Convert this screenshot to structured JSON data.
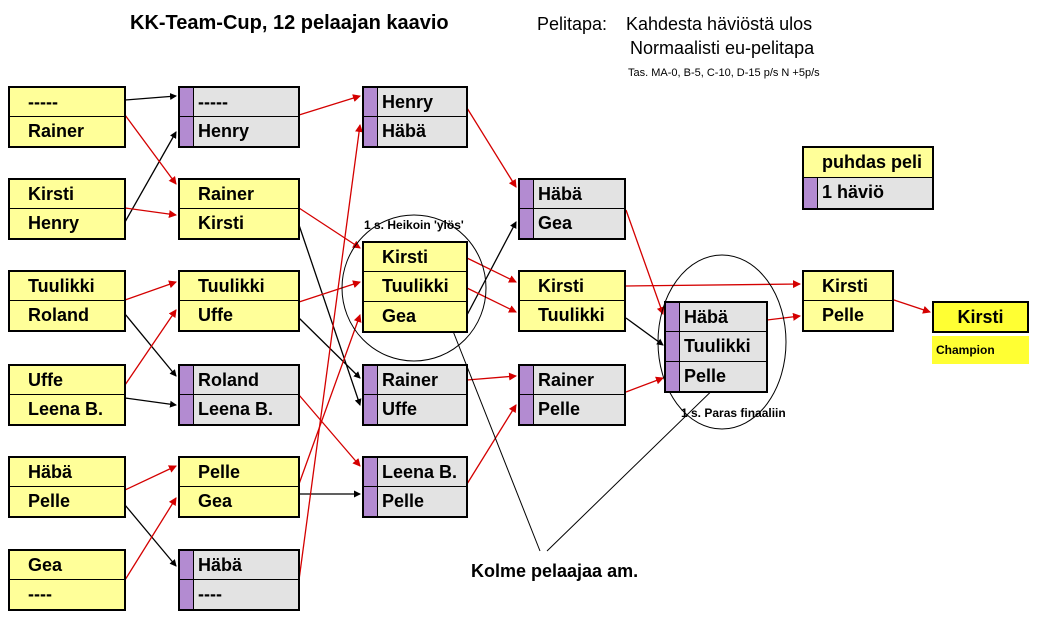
{
  "header": {
    "title": "KK-Team-Cup,  12 pelaajan kaavio",
    "mode_label": "Pelitapa:",
    "mode_value": "Kahdesta häviöstä ulos",
    "mode_normal": "Normaalisti eu-pelitapa",
    "handicap": "Tas. MA-0, B-5, C-10, D-15 p/s    N +5p/s"
  },
  "legend": {
    "clean": "puhdas peli",
    "one_loss": "1 häviö",
    "colors": {
      "clean": "#ffff99",
      "one_loss": "#e3e3e3",
      "loss_marker": "#b38bd1",
      "win_line": "#d40000",
      "loss_line": "#000000"
    }
  },
  "matches": [
    {
      "id": "r1m1",
      "p": [
        "-----",
        "Rainer"
      ]
    },
    {
      "id": "r1m2",
      "p": [
        "Kirsti",
        "Henry"
      ]
    },
    {
      "id": "r1m3",
      "p": [
        "Tuulikki",
        "Roland"
      ]
    },
    {
      "id": "r1m4",
      "p": [
        "Uffe",
        "Leena B."
      ]
    },
    {
      "id": "r1m5",
      "p": [
        "Häbä",
        "Pelle"
      ]
    },
    {
      "id": "r1m6",
      "p": [
        "Gea",
        "----"
      ]
    },
    {
      "id": "r2l1",
      "p": [
        "-----",
        "Henry"
      ]
    },
    {
      "id": "r2w1",
      "p": [
        "Rainer",
        "Kirsti"
      ]
    },
    {
      "id": "r2w2",
      "p": [
        "Tuulikki",
        "Uffe"
      ]
    },
    {
      "id": "r2l2",
      "p": [
        "Roland",
        "Leena B."
      ]
    },
    {
      "id": "r2w3",
      "p": [
        "Pelle",
        "Gea"
      ]
    },
    {
      "id": "r2l3",
      "p": [
        "Häbä",
        "----"
      ]
    },
    {
      "id": "r3l1",
      "p": [
        "Henry",
        "Häbä"
      ]
    },
    {
      "id": "r3w",
      "p": [
        "Kirsti",
        "Tuulikki",
        "Gea"
      ]
    },
    {
      "id": "r3l2",
      "p": [
        "Rainer",
        "Uffe"
      ]
    },
    {
      "id": "r3l3",
      "p": [
        "Leena B.",
        "Pelle"
      ]
    },
    {
      "id": "r4l1",
      "p": [
        "Häbä",
        "Gea"
      ]
    },
    {
      "id": "r4w",
      "p": [
        "Kirsti",
        "Tuulikki"
      ]
    },
    {
      "id": "r4l2",
      "p": [
        "Rainer",
        "Pelle"
      ]
    },
    {
      "id": "r5",
      "p": [
        "Häbä",
        "Tuulikki",
        "Pelle"
      ]
    },
    {
      "id": "final",
      "p": [
        "Kirsti",
        "Pelle"
      ]
    }
  ],
  "notes": {
    "weakest_up": "1 s. Heikoin 'ylös'",
    "best_final": "1 s. Paras finaaliin",
    "three_players": "Kolme pelaajaa am."
  },
  "champion": {
    "name": "Kirsti",
    "label": "Champion"
  }
}
